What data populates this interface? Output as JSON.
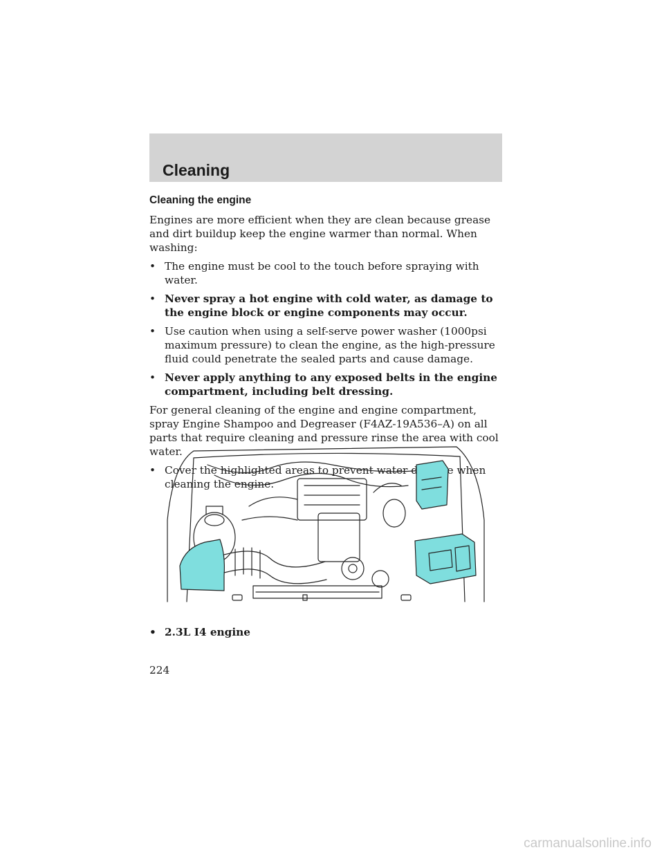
{
  "header": {
    "title": "Cleaning"
  },
  "section": {
    "heading": "Cleaning the engine",
    "intro": "Engines are more efficient when they are clean because grease and dirt buildup keep the engine warmer than normal. When washing:",
    "bullets": [
      {
        "text": "The engine must be cool to the touch before spraying with water.",
        "bold": false
      },
      {
        "text": "Never spray a hot engine with cold water, as damage to the engine block or engine components may occur.",
        "bold": true
      },
      {
        "text": "Use caution when using a self-serve power washer (1000psi maximum pressure) to clean the engine, as the high-pressure fluid could penetrate the sealed parts and cause damage.",
        "bold": false
      },
      {
        "text": "Never apply anything to any exposed belts in the engine compartment, including belt dressing.",
        "bold": true
      }
    ],
    "general": "For general cleaning of the engine and engine compartment, spray Engine Shampoo and Degreaser (F4AZ-19A536–A) on all parts that require cleaning and pressure rinse the area with cool water.",
    "cover_bullet": "Cover the highlighted areas to prevent water damage when cleaning the engine."
  },
  "figure": {
    "caption": "2.3L I4 engine",
    "highlight_color": "#7fdede"
  },
  "bullet_char": "•",
  "page_number": "224",
  "watermark": "carmanualsonline.info"
}
